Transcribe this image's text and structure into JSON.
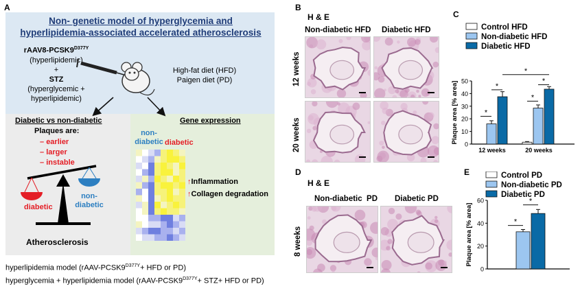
{
  "panels": {
    "A": {
      "letter": "A",
      "title": "Non- genetic model of hyperglycemia and hyperlipidemia-associated accelerated atherosclerosis",
      "vector": {
        "base": "rAAV8-PCSK9",
        "sup": "D377Y"
      },
      "vector_note": "(hyperlipidemic)",
      "plus": "+",
      "stz": "STZ",
      "stz_note": "(hyperglycemic + hyperlipidemic)",
      "diet_line1": "High-fat diet (HFD)",
      "diet_line2": "Paigen diet (PD)",
      "left_heading": "Diabetic vs non-diabetic",
      "plaques_are": "Plaques are:",
      "plaque_items": [
        "earlier",
        "larger",
        "instable"
      ],
      "scale_left": "diabetic",
      "scale_right": "non-diabetic",
      "atherosclerosis": "Atherosclerosis",
      "gene_heading": "Gene expression",
      "gene_col_nondiabetic": "non-diabetic",
      "gene_col_diabetic": "diabetic",
      "gene_up1": "Inflammation",
      "gene_up2": "Collagen degradation",
      "footer1": {
        "pre": "hyperlipidemia model (rAAV-PCSK9",
        "sup": "D377Y",
        "post": "+ HFD or PD)"
      },
      "footer2": {
        "pre": "hyperglycemia + hyperlipidemia model (rAAV-PCSK9",
        "sup": "D377Y",
        "post": "+ STZ+ HFD or PD)"
      }
    },
    "B": {
      "letter": "B",
      "stain": "H & E",
      "col1": "Non-diabetic HFD",
      "col2": "Diabetic HFD",
      "row1": "12 weeks",
      "row2": "20 weeks"
    },
    "D": {
      "letter": "D",
      "stain": "H & E",
      "col1": "Non-diabetic  PD",
      "col2": "Diabetic PD",
      "row1": "8 weeks"
    },
    "C": {
      "letter": "C"
    },
    "E": {
      "letter": "E"
    }
  },
  "colors": {
    "control": "#ffffff",
    "nondiabetic": "#9cc6f0",
    "diabetic": "#0a6aa6",
    "red": "#e41e26",
    "blue": "#2d7fc1"
  },
  "chart_data": [
    {
      "id": "C",
      "type": "bar",
      "categories": [
        "12 weeks",
        "20 weeks"
      ],
      "series": [
        {
          "name": "Control HFD",
          "values": [
            null,
            1.5
          ],
          "errors": [
            null,
            0.5
          ]
        },
        {
          "name": "Non-diabetic HFD",
          "values": [
            16,
            28.5
          ],
          "errors": [
            2.5,
            2.5
          ]
        },
        {
          "name": "Diabetic HFD",
          "values": [
            37.5,
            43.5
          ],
          "errors": [
            4,
            2
          ]
        }
      ],
      "ylabel": "Plaque area [% area]",
      "ylim": [
        0,
        50
      ],
      "yticks": [
        0,
        10,
        20,
        30,
        40,
        50
      ],
      "significance": [
        "*",
        "*",
        "*",
        "*",
        "*"
      ],
      "legend": "top"
    },
    {
      "id": "E",
      "type": "bar",
      "categories": [
        ""
      ],
      "series": [
        {
          "name": "Control PD",
          "values": [
            null
          ]
        },
        {
          "name": "Non-diabetic PD",
          "values": [
            32.5
          ],
          "errors": [
            2
          ]
        },
        {
          "name": "Diabetic PD",
          "values": [
            48.5
          ],
          "errors": [
            3.5
          ]
        }
      ],
      "ylabel": "Plaque area [% area]",
      "ylim": [
        0,
        60
      ],
      "yticks": [
        0,
        20,
        40,
        60
      ],
      "significance": [
        "*",
        "*"
      ],
      "legend": "top"
    }
  ]
}
